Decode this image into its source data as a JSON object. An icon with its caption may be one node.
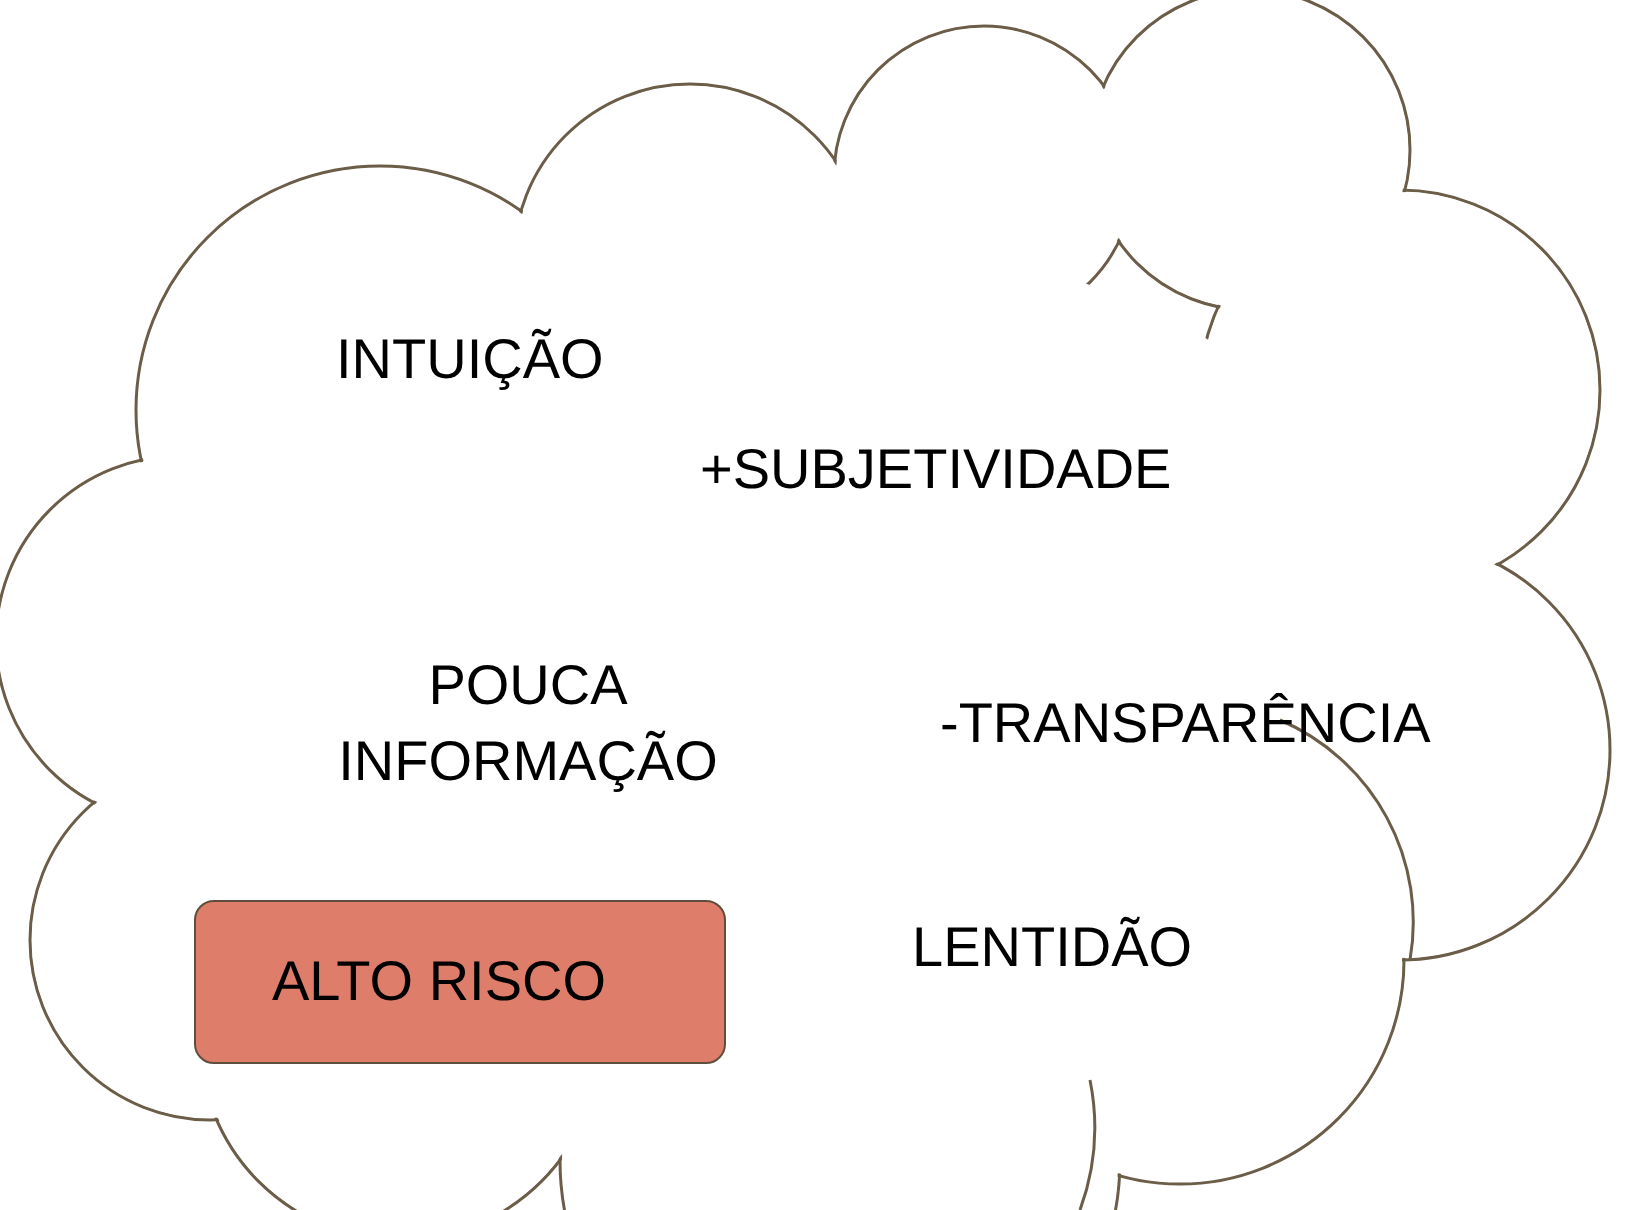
{
  "diagram": {
    "nodes": [
      {
        "text": [
          "INTUIÇÃO",
          "+SUBJETIVIDADE",
          "POUCA INFORMAÇÃO",
          "-TRANSPARÊNCIA",
          "LENTIDÃO"
        ]
      },
      {
        "text": [
          "ALTO RISCO"
        ],
        "in": 0
      }
    ]
  }
}
